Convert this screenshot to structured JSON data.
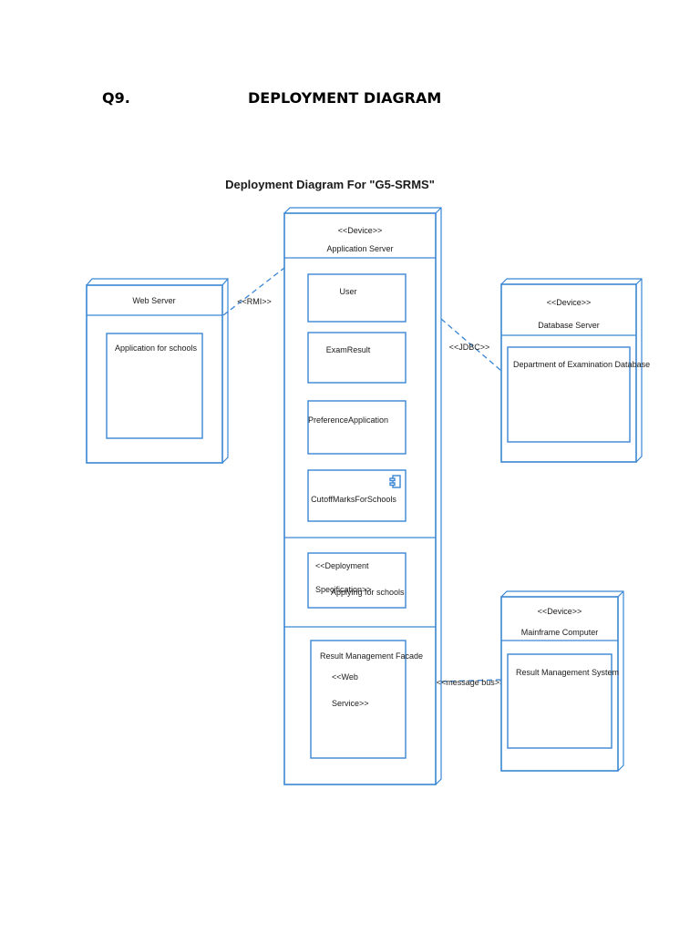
{
  "heading": {
    "number": "Q9.",
    "title": "DEPLOYMENT DIAGRAM"
  },
  "diagram": {
    "title": "Deployment Diagram For \"G5-SRMS\"",
    "nodes": {
      "application_server": {
        "stereotype": "<<Device>>",
        "name": "Application Server",
        "artifacts": {
          "user": "User",
          "exam_result": "ExamResult",
          "preference_application": "PreferenceApplication",
          "cutoff_marks": "CutoffMarksForSchools",
          "deployment_spec_line1": "<<Deployment",
          "deployment_spec_line2": "Specification>>",
          "deployment_spec_name": "Applying for schools",
          "facade_line1": "Result Management  Facade",
          "facade_line2": "<<Web",
          "facade_line3": "Service>>"
        }
      },
      "web_server": {
        "name": "Web Server",
        "artifact": "Application for schools"
      },
      "database_server": {
        "stereotype": "<<Device>>",
        "name": "Database Server",
        "artifact": "Department  of Examination Database"
      },
      "mainframe": {
        "stereotype": "<<Device>>",
        "name": "Mainframe Computer",
        "artifact": "Result Management  System"
      }
    },
    "connections": {
      "rmi": "<<RMI>>",
      "jdbc": "<<JDBC>>",
      "message_bus": "<<message bus>>"
    }
  }
}
